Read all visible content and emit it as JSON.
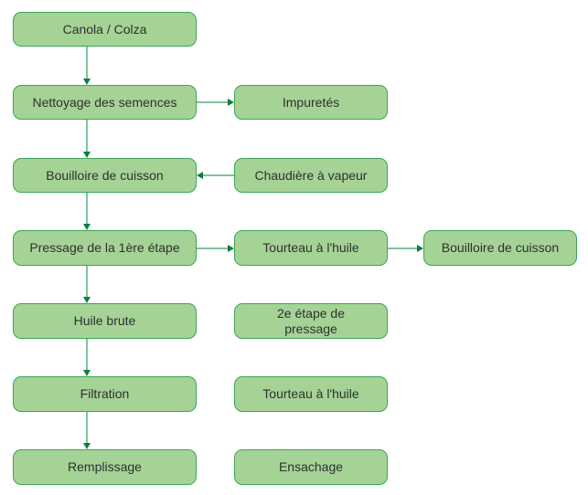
{
  "diagram": {
    "type": "flowchart",
    "language": "fr",
    "subject": "Canola / rapeseed oil pressing process",
    "colors": {
      "node_fill": "#a5d396",
      "node_border": "#3aa558",
      "connector_line": "#7ec49c",
      "arrowhead": "#0f7b3e",
      "text": "#2f2f2f",
      "background": "#ffffff"
    },
    "nodes": {
      "canola": {
        "label": "Canola / Colza"
      },
      "nettoyage": {
        "label": "Nettoyage des semences"
      },
      "impuretes": {
        "label": "Impuretés"
      },
      "bouilloire1": {
        "label": "Bouilloire de cuisson"
      },
      "chaudiere": {
        "label": "Chaudière à vapeur"
      },
      "pressage1": {
        "label": "Pressage de la 1ère étape"
      },
      "tourteau1": {
        "label": "Tourteau à l'huile"
      },
      "bouilloire2": {
        "label": "Bouilloire de cuisson"
      },
      "huile_brute": {
        "label": "Huile brute"
      },
      "etape2": {
        "label": "2e étape de\npressage"
      },
      "filtration": {
        "label": "Filtration"
      },
      "tourteau2": {
        "label": "Tourteau à l'huile"
      },
      "remplissage": {
        "label": "Remplissage"
      },
      "ensachage": {
        "label": "Ensachage"
      }
    },
    "edges": [
      {
        "from": "canola",
        "to": "nettoyage",
        "direction": "down"
      },
      {
        "from": "nettoyage",
        "to": "impuretes",
        "direction": "right"
      },
      {
        "from": "nettoyage",
        "to": "bouilloire1",
        "direction": "down"
      },
      {
        "from": "chaudiere",
        "to": "bouilloire1",
        "direction": "left"
      },
      {
        "from": "bouilloire1",
        "to": "pressage1",
        "direction": "down"
      },
      {
        "from": "pressage1",
        "to": "tourteau1",
        "direction": "right"
      },
      {
        "from": "tourteau1",
        "to": "bouilloire2",
        "direction": "right"
      },
      {
        "from": "pressage1",
        "to": "huile_brute",
        "direction": "down"
      },
      {
        "from": "huile_brute",
        "to": "filtration",
        "direction": "down"
      },
      {
        "from": "filtration",
        "to": "remplissage",
        "direction": "down"
      }
    ]
  }
}
